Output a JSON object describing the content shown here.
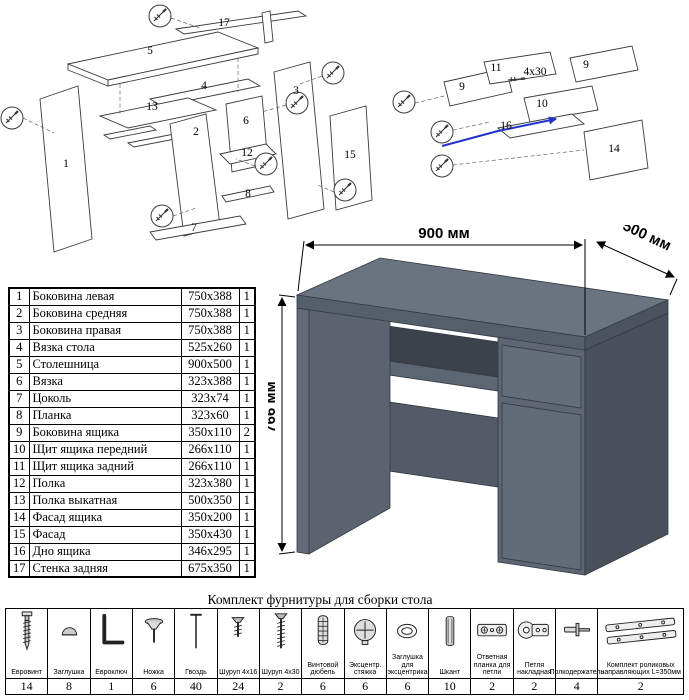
{
  "desk": {
    "width_label": "900 мм",
    "depth_label": "500 мм",
    "height_label": "766 мм",
    "body_color": "#5d6672",
    "highlight_color": "#2233cc"
  },
  "diagram_left": {
    "labels": [
      "17",
      "5",
      "4",
      "1",
      "13",
      "2",
      "6",
      "3",
      "12",
      "8",
      "7",
      "15"
    ]
  },
  "diagram_right": {
    "labels": [
      "9",
      "11",
      "9",
      "10",
      "16",
      "14"
    ],
    "screw_size": "4x30"
  },
  "parts_table": {
    "rows": [
      {
        "num": "1",
        "name": "Боковина левая",
        "size": "750x388",
        "qty": "1"
      },
      {
        "num": "2",
        "name": "Боковина средняя",
        "size": "750x388",
        "qty": "1"
      },
      {
        "num": "3",
        "name": "Боковина правая",
        "size": "750x388",
        "qty": "1"
      },
      {
        "num": "4",
        "name": "Вязка стола",
        "size": "525x260",
        "qty": "1"
      },
      {
        "num": "5",
        "name": "Столешница",
        "size": "900x500",
        "qty": "1"
      },
      {
        "num": "6",
        "name": "Вязка",
        "size": "323x388",
        "qty": "1"
      },
      {
        "num": "7",
        "name": "Цоколь",
        "size": "323x74",
        "qty": "1"
      },
      {
        "num": "8",
        "name": "Планка",
        "size": "323x60",
        "qty": "1"
      },
      {
        "num": "9",
        "name": "Боковина ящика",
        "size": "350x110",
        "qty": "2"
      },
      {
        "num": "10",
        "name": "Щит ящика передний",
        "size": "266x110",
        "qty": "1"
      },
      {
        "num": "11",
        "name": "Щит ящика задний",
        "size": "266x110",
        "qty": "1"
      },
      {
        "num": "12",
        "name": "Полка",
        "size": "323x380",
        "qty": "1"
      },
      {
        "num": "13",
        "name": "Полка выкатная",
        "size": "500x350",
        "qty": "1"
      },
      {
        "num": "14",
        "name": "Фасад ящика",
        "size": "350x200",
        "qty": "1"
      },
      {
        "num": "15",
        "name": "Фасад",
        "size": "350x430",
        "qty": "1"
      },
      {
        "num": "16",
        "name": "Дно ящика",
        "size": "346x295",
        "qty": "1"
      },
      {
        "num": "17",
        "name": "Стенка задняя",
        "size": "675x350",
        "qty": "1"
      }
    ]
  },
  "hardware": {
    "title": "Комплект фурнитуры для сборки стола",
    "items": [
      {
        "name": "Евровинт",
        "qty": "14",
        "icon": "euro-screw-icon"
      },
      {
        "name": "Заглушка",
        "qty": "8",
        "icon": "cap-plug-icon"
      },
      {
        "name": "Евроключ",
        "qty": "1",
        "icon": "hex-key-icon"
      },
      {
        "name": "Ножка",
        "qty": "6",
        "icon": "furniture-leg-icon"
      },
      {
        "name": "Гвоздь",
        "qty": "40",
        "icon": "nail-icon"
      },
      {
        "name": "Шуруп 4x16",
        "qty": "24",
        "icon": "screw-4x16-icon"
      },
      {
        "name": "Шуруп 4x30",
        "qty": "2",
        "icon": "screw-4x30-icon"
      },
      {
        "name": "Винтовой дюбель",
        "qty": "6",
        "icon": "screw-dowel-icon"
      },
      {
        "name": "Эксцентр. стяжка",
        "qty": "6",
        "icon": "cam-lock-icon"
      },
      {
        "name": "Заглушка для эксцентрика",
        "qty": "6",
        "icon": "cam-cap-icon"
      },
      {
        "name": "Шкант",
        "qty": "10",
        "icon": "wooden-dowel-icon"
      },
      {
        "name": "Ответная планка для петли",
        "qty": "2",
        "icon": "hinge-plate-icon"
      },
      {
        "name": "Петля накладная",
        "qty": "2",
        "icon": "hinge-icon"
      },
      {
        "name": "Полкодержатель",
        "qty": "4",
        "icon": "shelf-support-icon"
      },
      {
        "name": "Комплект роликовых направляющих L=350мм",
        "qty": "2",
        "icon": "roller-guides-icon"
      }
    ]
  }
}
